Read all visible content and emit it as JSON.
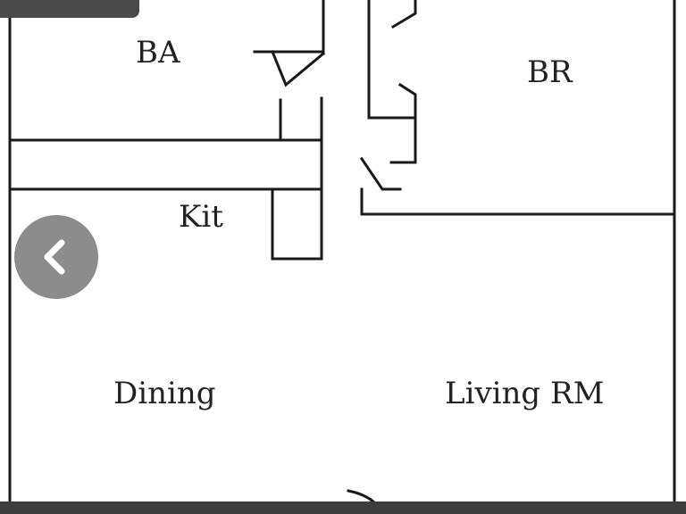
{
  "floorplan": {
    "rooms": [
      {
        "id": "ba",
        "label": "BA"
      },
      {
        "id": "br",
        "label": "BR"
      },
      {
        "id": "kit",
        "label": "Kit"
      },
      {
        "id": "dining",
        "label": "Dining"
      },
      {
        "id": "living",
        "label": "Living RM"
      }
    ]
  },
  "controls": {
    "prev_icon": "chevron-left-icon"
  },
  "colors": {
    "wall": "#1a1a1a",
    "overlay_button": "#787878",
    "bar": "#3d3d3d"
  }
}
